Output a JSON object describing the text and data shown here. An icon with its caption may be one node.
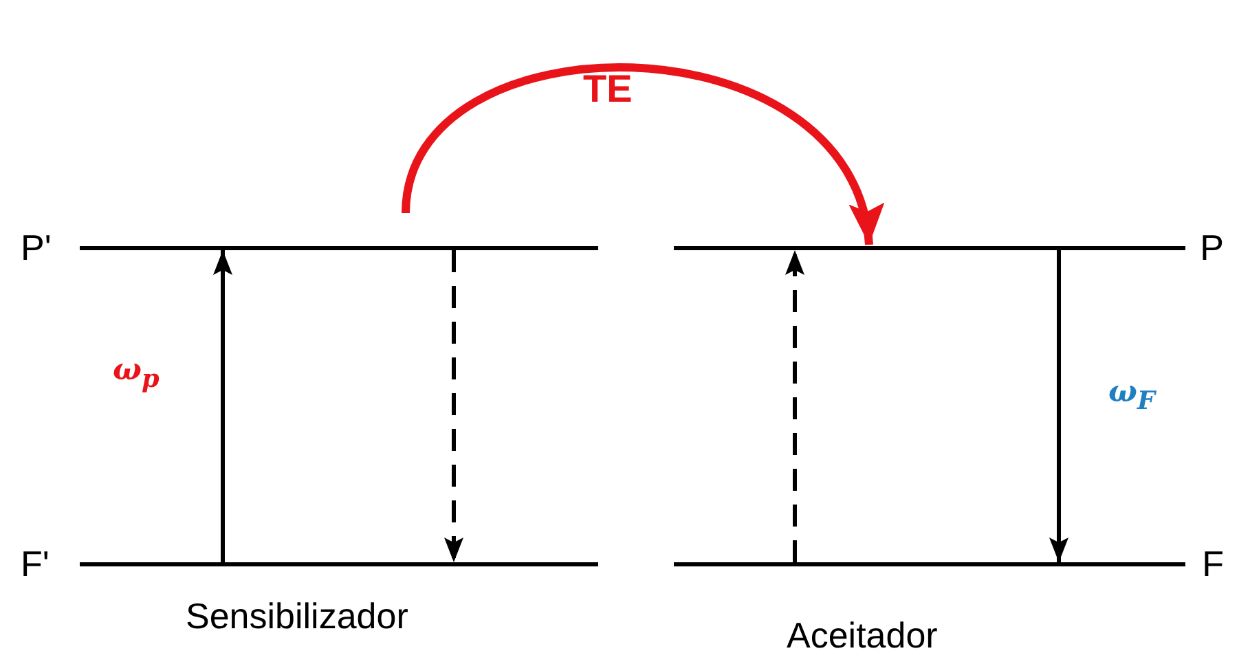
{
  "diagram": {
    "nodes": [
      {
        "text": [
          "P'"
        ]
      },
      {
        "text": [
          "F'"
        ]
      },
      {
        "text": [
          "P"
        ]
      },
      {
        "text": [
          "F"
        ]
      }
    ],
    "edges": [
      {
        "from": 1,
        "to": 0,
        "arrow": "to",
        "label": "ω$_{p}$"
      },
      {
        "from": 0,
        "to": 1,
        "arrow": "to",
        "style": "dashed"
      },
      {
        "from": 3,
        "to": 2,
        "arrow": "to",
        "style": "dashed"
      },
      {
        "from": 2,
        "to": 3,
        "arrow": "to",
        "label": "ω$_{F}$"
      },
      {
        "from": 0,
        "to": 2,
        "arrow": "to",
        "label": "TE",
        "style": "thick",
        "color": "#e8141a"
      }
    ],
    "labels": [
      "Sensibilizador",
      "Aceitador"
    ]
  }
}
